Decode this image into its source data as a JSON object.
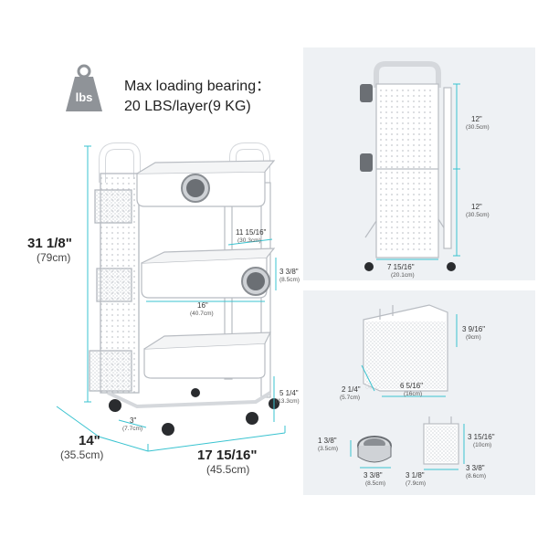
{
  "header": {
    "weight_badge": "lbs",
    "line1": "Max loading bearing：",
    "line2": "20 LBS/layer(9 KG)"
  },
  "main_dims": {
    "height_in": "31 1/8\"",
    "height_cm": "(79cm)",
    "depth_in": "14\"",
    "depth_cm": "(35.5cm)",
    "width_in": "17 15/16\"",
    "width_cm": "(45.5cm)",
    "basket_depth_in": "11 15/16\"",
    "basket_depth_cm": "(30.3cm)",
    "basket_height_in": "3 3/8\"",
    "basket_height_cm": "(8.5cm)",
    "basket_width_in": "16\"",
    "basket_width_cm": "(40.7cm)",
    "bottom_clear_in": "5 1/4\"",
    "bottom_clear_cm": "(13.3cm)",
    "wheel_in": "3\"",
    "wheel_cm": "(7.7cm)"
  },
  "side_panel": {
    "upper_in": "12\"",
    "upper_cm": "(30.5cm)",
    "lower_in": "12\"",
    "lower_cm": "(30.5cm)",
    "width_in": "7 15/16\"",
    "width_cm": "(20.1cm)"
  },
  "basket_panel": {
    "height_in": "3 9/16\"",
    "height_cm": "(9cm)",
    "depth_in": "2 1/4\"",
    "depth_cm": "(5.7cm)",
    "length_in": "6 5/16\"",
    "length_cm": "(16cm)"
  },
  "cup_panel": {
    "ring_h_in": "1 3/8\"",
    "ring_h_cm": "(3.5cm)",
    "ring_d_in": "3 3/8\"",
    "ring_d_cm": "(8.5cm)",
    "cup_w_in": "3 1/8\"",
    "cup_w_cm": "(7.9cm)",
    "cup_h_in": "3 15/16\"",
    "cup_h_cm": "(10cm)",
    "cup_d_in": "3 3/8\"",
    "cup_d_cm": "(8.6cm)"
  },
  "colors": {
    "dim_line": "#39c3d0",
    "panel_bg": "#eef1f4",
    "cart_white": "#ffffff",
    "outline": "#b8bcc2"
  }
}
